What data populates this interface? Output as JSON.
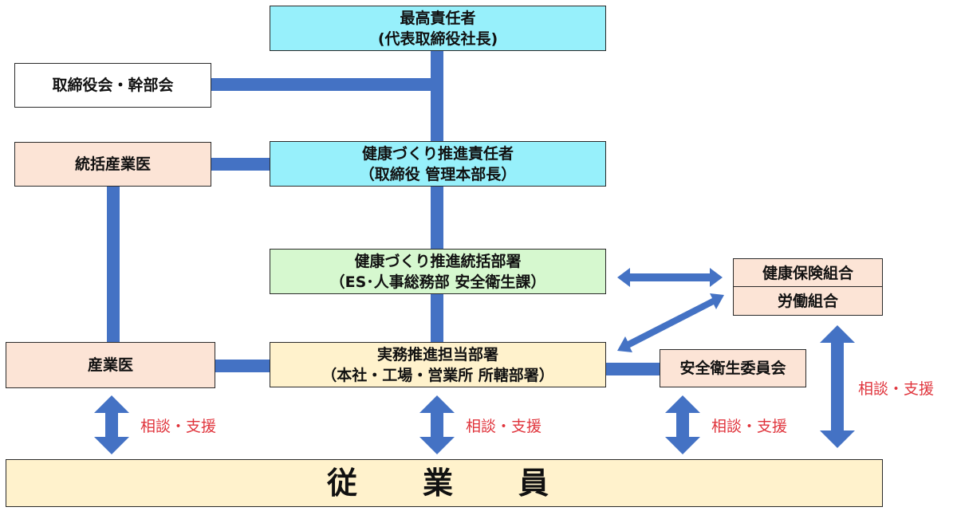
{
  "nodes": {
    "top": {
      "line1": "最高責任者",
      "line2": "(代表取締役社長)"
    },
    "board": {
      "line1": "取締役会・幹部会"
    },
    "chief_physician": {
      "line1": "統括産業医"
    },
    "health_manager": {
      "line1": "健康づくり推進責任者",
      "line2": "（取締役 管理本部長）"
    },
    "health_dept": {
      "line1": "健康づくり推進統括部署",
      "line2": "（ES･人事総務部 安全衛生課）"
    },
    "insurance": {
      "line1": "健康保険組合"
    },
    "union": {
      "line1": "労働組合"
    },
    "physician": {
      "line1": "産業医"
    },
    "practical_dept": {
      "line1": "実務推進担当部署",
      "line2": "（本社・工場・営業所 所轄部署）"
    },
    "safety_committee": {
      "line1": "安全衛生委員会"
    },
    "employees": {
      "chars": [
        "従",
        "業",
        "員"
      ]
    }
  },
  "labels": {
    "support": "相談・支援"
  },
  "colors": {
    "connector": "#4472c4",
    "label_text": "#e0343c",
    "cyan_box": "#97f0fb",
    "green_box": "#d6f8cf",
    "peach_box": "#fce4d6",
    "cream_box": "#fff2cc"
  }
}
